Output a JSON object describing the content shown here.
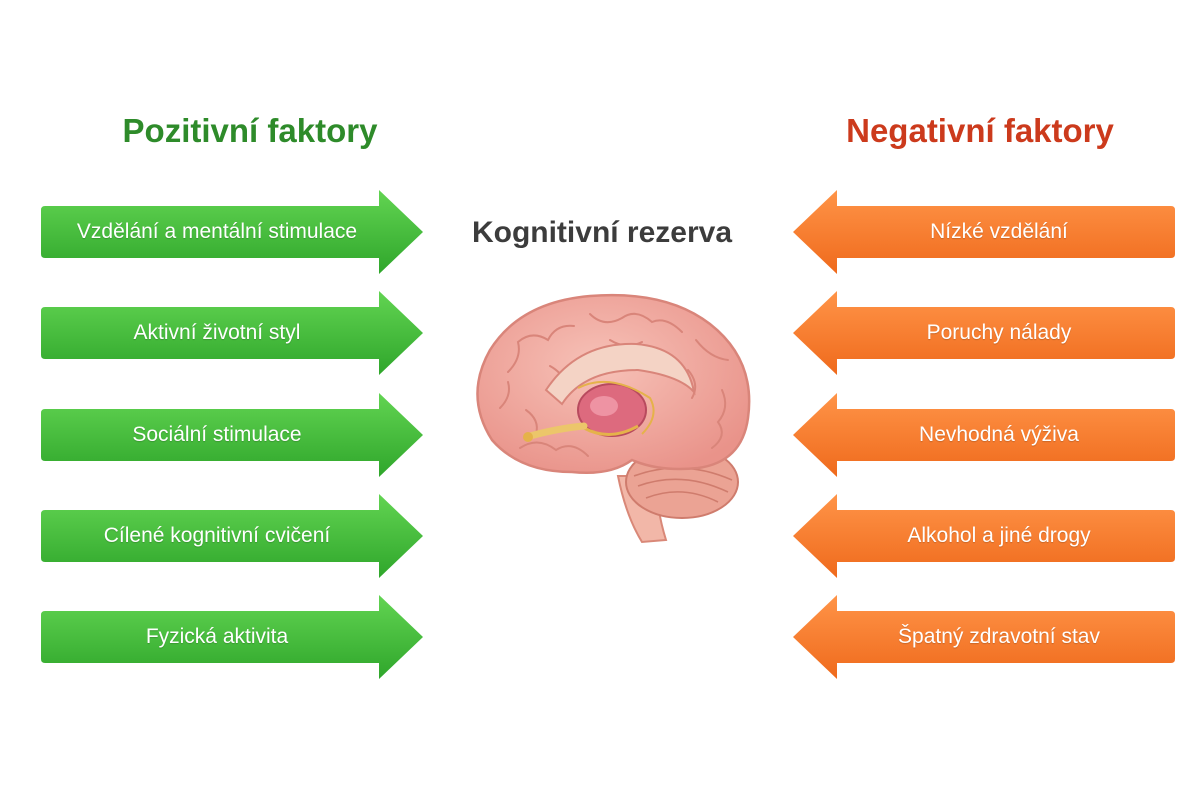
{
  "positive": {
    "heading": "Pozitivní faktory",
    "color": "#2e8b2a",
    "items": [
      {
        "label": "Vzdělání a mentální stimulace"
      },
      {
        "label": "Aktivní životní styl"
      },
      {
        "label": "Sociální stimulace"
      },
      {
        "label": "Cílené kognitivní cvičení"
      },
      {
        "label": "Fyzická aktivita"
      }
    ]
  },
  "negative": {
    "heading": "Negativní faktory",
    "color": "#cc3a1c",
    "items": [
      {
        "label": "Nízké vzdělání"
      },
      {
        "label": "Poruchy nálady"
      },
      {
        "label": "Nevhodná výživa"
      },
      {
        "label": "Alkohol a jiné drogy"
      },
      {
        "label": "Špatný zdravotní stav"
      }
    ]
  },
  "center": {
    "title": "Kognitivní rezerva",
    "icon": "brain-icon"
  }
}
